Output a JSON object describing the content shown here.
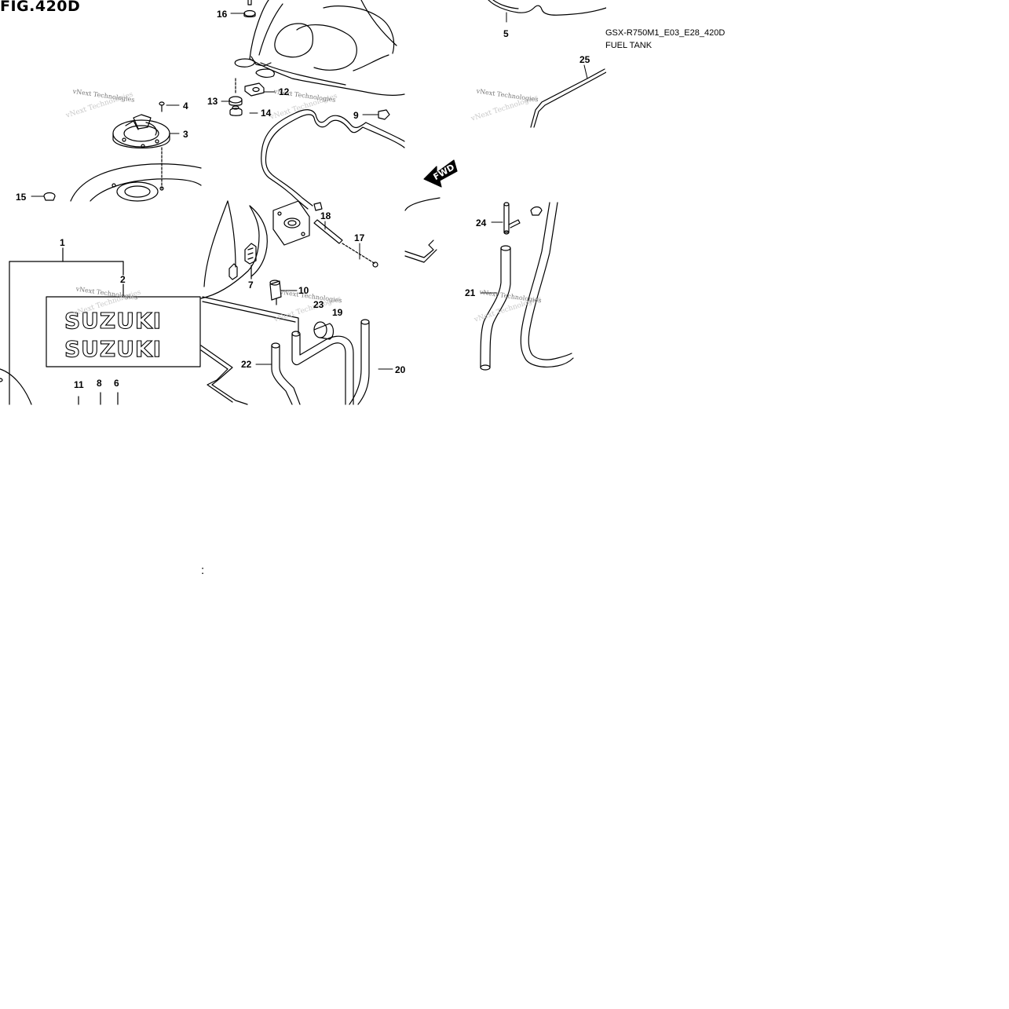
{
  "figure": {
    "title": "FIG.420D"
  },
  "header": {
    "code": "GSX-R750M1_E03_E28_420D",
    "name": "FUEL TANK"
  },
  "decal": {
    "brand_top": "SUZUKI",
    "brand_bottom": "SUZUKI"
  },
  "direction": {
    "label": "FWD"
  },
  "watermark": {
    "text": "vNext Technologies"
  },
  "stray_mark": ":",
  "part_numbers": {
    "p1": "1",
    "p2": "2",
    "p3": "3",
    "p4": "4",
    "p5": "5",
    "p6": "6",
    "p7": "7",
    "p8": "8",
    "p9": "9",
    "p10": "10",
    "p11": "11",
    "p12": "12",
    "p13": "13",
    "p14": "14",
    "p15": "15",
    "p16": "16",
    "p17": "17",
    "p18": "18",
    "p19": "19",
    "p20": "20",
    "p21": "21",
    "p22": "22",
    "p23": "23",
    "p24": "24",
    "p25": "25"
  },
  "colors": {
    "line": "#000000",
    "background": "#ffffff",
    "watermark": "#777777"
  }
}
